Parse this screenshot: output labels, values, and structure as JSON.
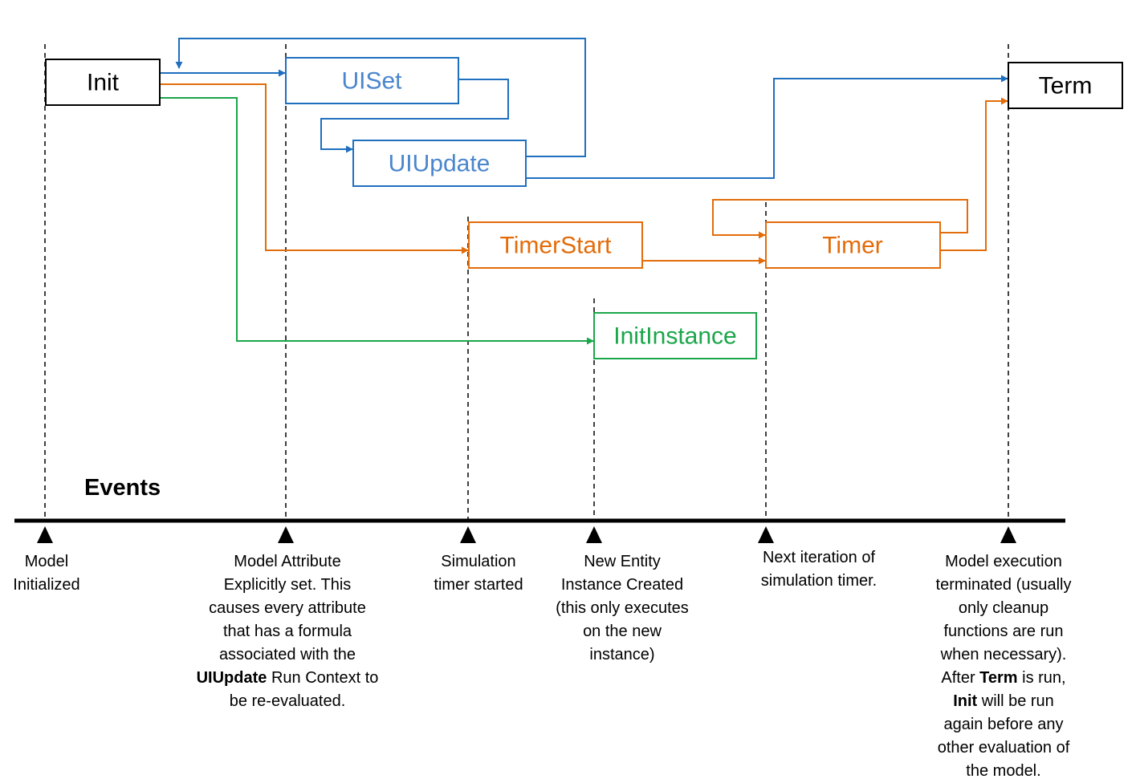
{
  "colors": {
    "blue": "#1f6fbf",
    "blue_text": "#4a86cc",
    "orange": "#e36c0a",
    "green": "#1aa64a",
    "black": "#000000"
  },
  "boxes": {
    "init": "Init",
    "term": "Term",
    "uiset": "UISet",
    "uiupdate": "UIUpdate",
    "timerstart": "TimerStart",
    "timer": "Timer",
    "initinstance": "InitInstance"
  },
  "events_title": "Events",
  "captions": {
    "model_initialized": [
      "Model",
      "Initialized"
    ],
    "attribute_set": {
      "lines": [
        "Model Attribute",
        "Explicitly set. This",
        "causes every attribute",
        "that has a formula",
        "associated with the"
      ],
      "bold": "UIUpdate",
      "rest": " Run Context to",
      "last": "be re-evaluated."
    },
    "timer_started": [
      "Simulation",
      "timer started"
    ],
    "instance_created": [
      "New Entity",
      "Instance Created",
      "(this only executes",
      "on the new",
      "instance)"
    ],
    "next_iteration": [
      "Next iteration of",
      "simulation timer."
    ],
    "terminated": {
      "lines": [
        "Model execution",
        "terminated (usually",
        "only cleanup",
        "functions are run",
        "when necessary)."
      ],
      "after_prefix": "After ",
      "term_bold": "Term",
      "after_suffix": " is run,",
      "init_bold": "Init",
      "init_suffix": " will be run",
      "tail": [
        "again before any",
        "other evaluation of",
        "the model."
      ]
    }
  }
}
